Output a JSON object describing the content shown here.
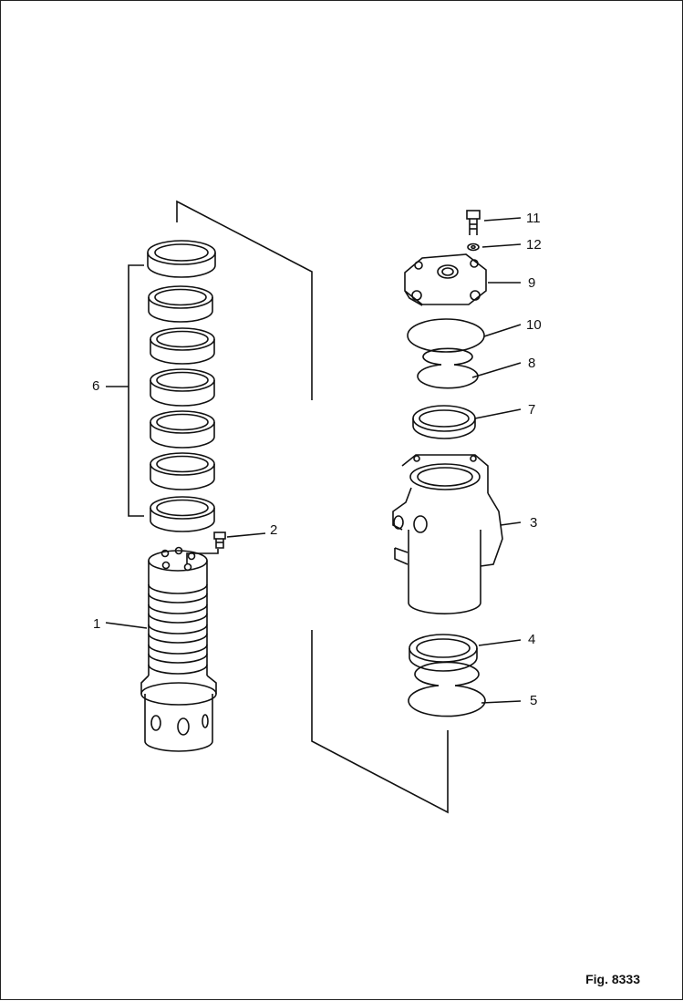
{
  "callouts": {
    "p1": "1",
    "p2": "2",
    "p3": "3",
    "p4": "4",
    "p5": "5",
    "p6": "6",
    "p7": "7",
    "p8": "8",
    "p9": "9",
    "p10": "10",
    "p11": "11",
    "p12": "12"
  },
  "figure_label": "Fig. 8333",
  "colors": {
    "ink": "#111111",
    "paper": "#ffffff"
  }
}
